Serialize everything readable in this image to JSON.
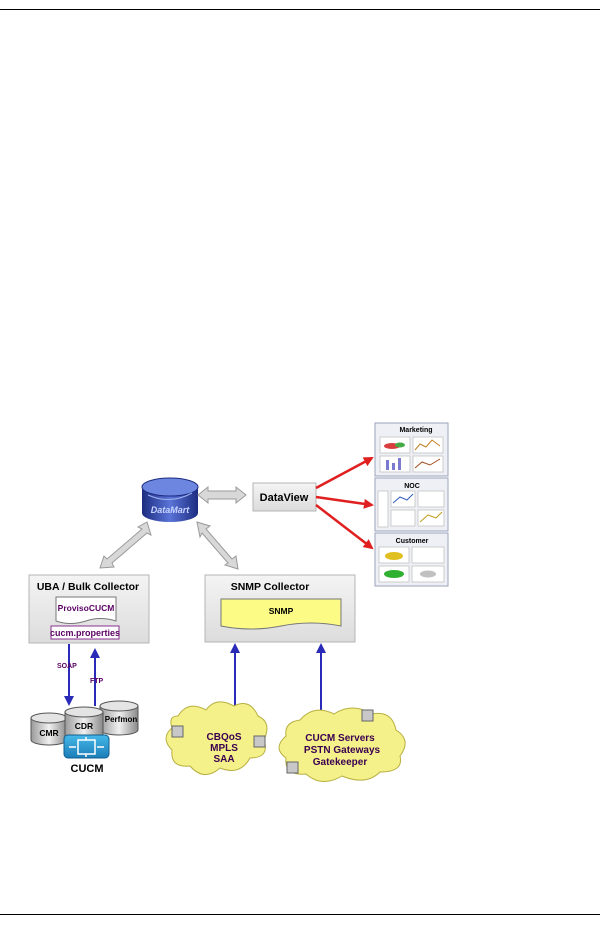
{
  "diagram": {
    "datamart_label": "DataMart",
    "dataview_label": "DataView",
    "reports": [
      {
        "title": "Marketing"
      },
      {
        "title": "NOC"
      },
      {
        "title": "Customer"
      }
    ],
    "uba_collector": {
      "title": "UBA / Bulk Collector",
      "module": "ProvisoCUCM",
      "properties": "cucm.properties"
    },
    "snmp_collector": {
      "title": "SNMP  Collector",
      "module": "SNMP"
    },
    "protocols": {
      "soap": "SOAP",
      "ftp": "FTP"
    },
    "databases": {
      "cmr": "CMR",
      "cdr": "CDR",
      "perfmon": "Perfmon"
    },
    "cucm_label": "CUCM",
    "cloud_left": [
      "CBQoS",
      "MPLS",
      "SAA"
    ],
    "cloud_right": [
      "CUCM Servers",
      "PSTN Gateways",
      "Gatekeeper"
    ],
    "colors": {
      "report_arrow": "#e02020",
      "collect_arrow": "#2a2ab8",
      "cloud": "#f4f08a",
      "datamart": "#2a3f9e",
      "snmp_box": "#fbfb86"
    }
  }
}
